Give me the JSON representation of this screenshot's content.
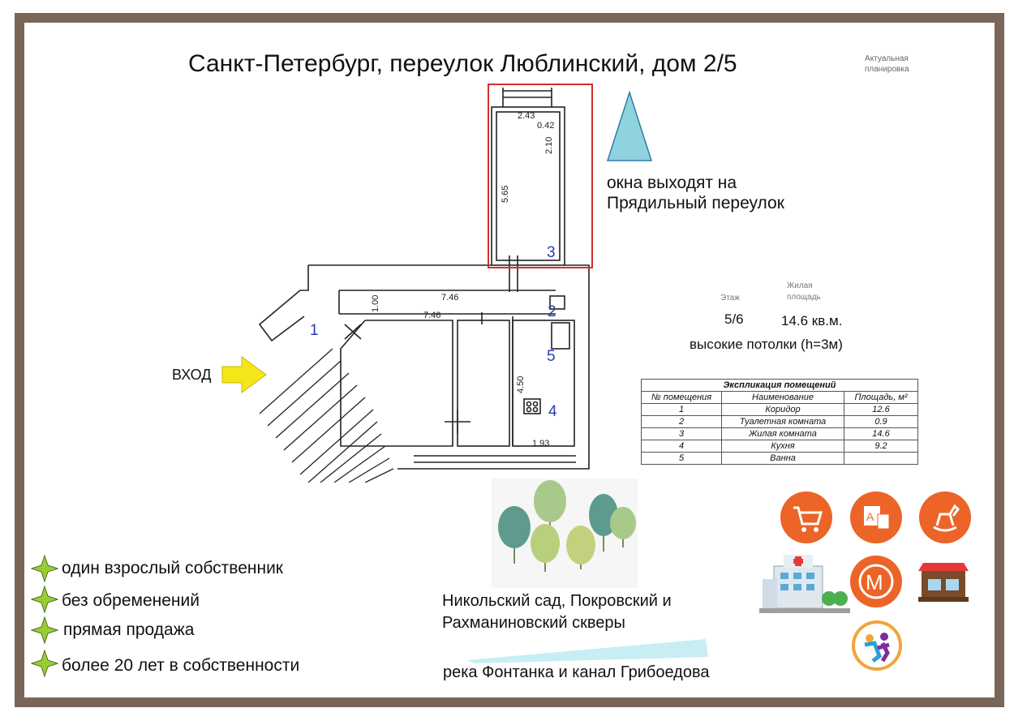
{
  "title": "Санкт-Петербург, переулок Люблинский, дом 2/5",
  "actual_plan": "Актуальная планировка",
  "windows_note": [
    "окна выходят на",
    "Прядильный переулок"
  ],
  "info": {
    "floor_label": "Этаж",
    "floor_value": "5/6",
    "area_label": "Жилая площадь",
    "area_value": "14.6 кв.м.",
    "ceilings": "высокие потолки (h=3м)"
  },
  "floorplan": {
    "entrance": "ВХОД",
    "dimensions": [
      "2.43",
      "0.42",
      "2.10",
      "5.65",
      "7.46",
      "7.46",
      "1.00",
      "4.50",
      "1.93"
    ],
    "room_numbers": [
      "1",
      "2",
      "3",
      "4",
      "5"
    ]
  },
  "explication": {
    "caption": "Экспликация помещений",
    "headers": [
      "№ помещения",
      "Наименование",
      "Площадь, м²"
    ],
    "rows": [
      [
        "1",
        "Коридор",
        "12.6"
      ],
      [
        "2",
        "Туалетная комната",
        "0.9"
      ],
      [
        "3",
        "Жилая комната",
        "14.6"
      ],
      [
        "4",
        "Кухня",
        "9.2"
      ],
      [
        "5",
        "Ванна",
        ""
      ]
    ]
  },
  "features": [
    "один взрослый собственник",
    "без обременений",
    "прямая продажа",
    "более 20 лет в собственности"
  ],
  "surroundings": {
    "parks": [
      "Никольский сад, Покровский и",
      "Рахманиновский скверы"
    ],
    "river": "река Фонтанка и канал Грибоедова"
  },
  "icons": [
    "shopping-cart-icon",
    "school-icon",
    "rocking-horse-icon",
    "hospital-icon",
    "metro-icon",
    "cafe-icon",
    "sport-icon"
  ],
  "colors": {
    "frame": "#7a6659",
    "accent": "#ec6427",
    "room_highlight": "#d32f2f",
    "arrow": "#f5e61a",
    "room_number": "#2d3ab0"
  }
}
